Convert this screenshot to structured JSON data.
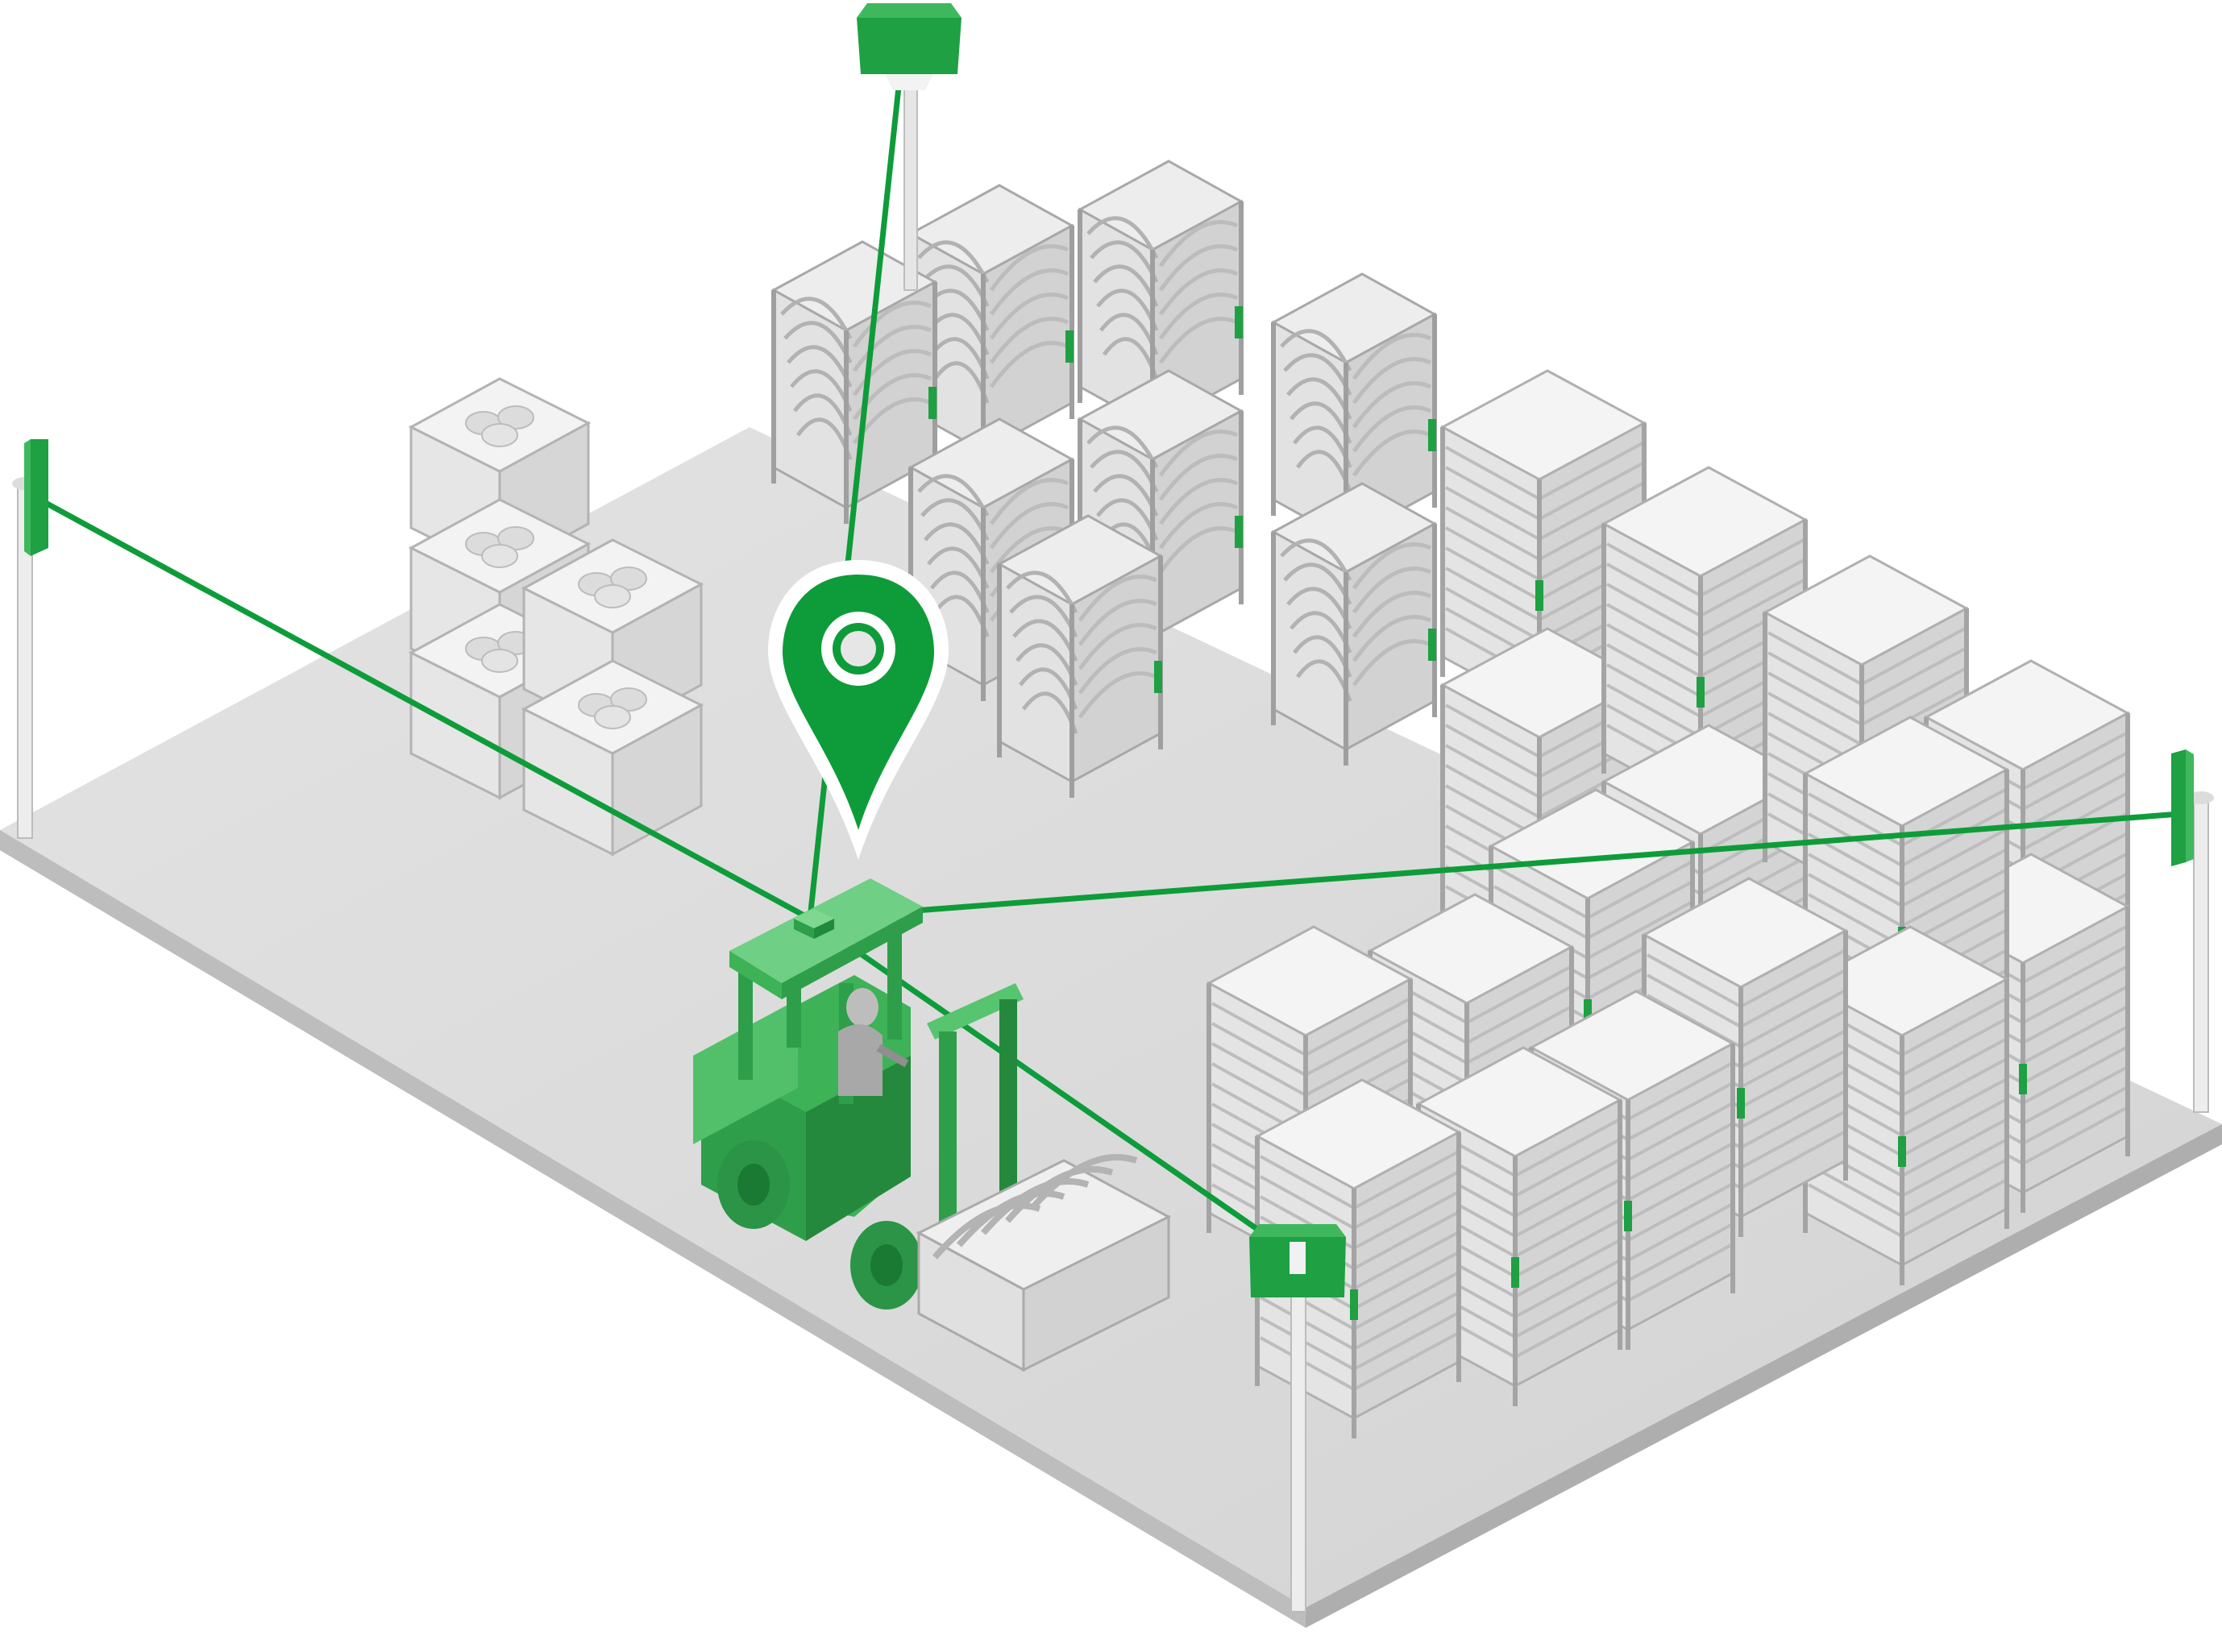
{
  "colors": {
    "background": "#ffffff",
    "floor_top": "#dcdcdc",
    "floor_left": "#c4c4c4",
    "floor_right": "#b4b4b4",
    "rack_light": "#f1f1f1",
    "rack_mid": "#dedede",
    "rack_dark": "#c7c7c7",
    "rack_line": "#a9a9a9",
    "accent": "#0e9c3a",
    "accent_light": "#57c46f",
    "accent_mid": "#3db257",
    "accent_dark": "#1f8a39",
    "pin": "#0e9c3a",
    "pin_outline": "#ffffff"
  },
  "icons": {
    "location_pin": "map-pin-icon",
    "anchor": "uwb-anchor-icon",
    "tag": "tracking-tag-icon",
    "forklift": "forklift-icon"
  },
  "anchors": [
    "anchor-top",
    "anchor-left",
    "anchor-right",
    "anchor-front"
  ],
  "tracked_asset": "forklift"
}
